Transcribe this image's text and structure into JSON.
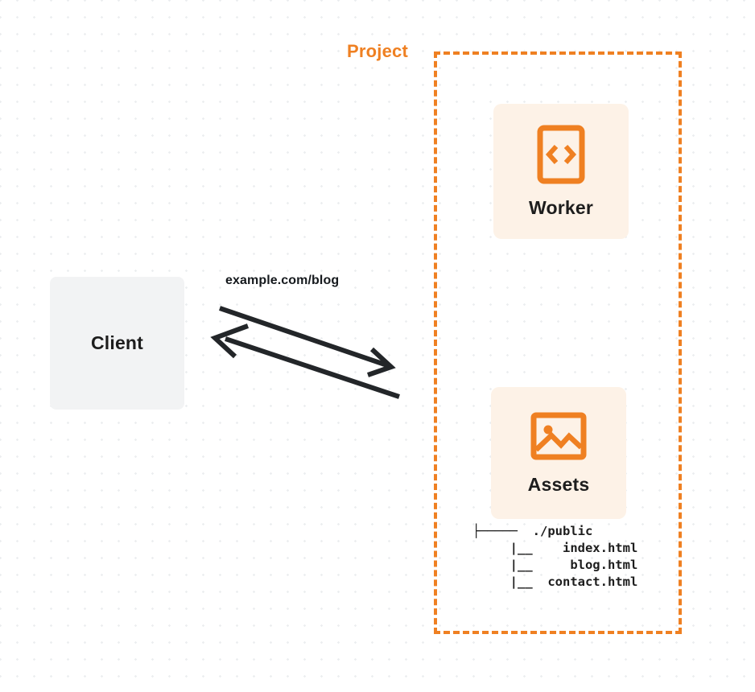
{
  "diagram": {
    "title": "Client to Worker and Assets request flow",
    "background": {
      "color": "#ffffff",
      "dot_color": "#eceef0"
    },
    "colors": {
      "accent_orange": "#ef8022",
      "card_background": "#fdf2e7",
      "client_background": "#f2f3f4",
      "text_dark": "#1d1d1d",
      "arrow": "#232629"
    }
  },
  "client": {
    "label": "Client",
    "icon": "client-box"
  },
  "connection": {
    "label": "example.com/blog",
    "request_arrow": "arrow-right",
    "response_arrow": "arrow-left"
  },
  "project": {
    "title": "Project",
    "border_style": "dashed",
    "nodes": [
      {
        "id": "worker",
        "label": "Worker",
        "icon": "code-brackets-icon"
      },
      {
        "id": "assets",
        "label": "Assets",
        "icon": "image-icon"
      }
    ]
  },
  "file_tree": {
    "lines": [
      "├─────  ./public",
      "     |__    index.html",
      "     |__     blog.html",
      "     |__  contact.html"
    ],
    "root": "./public",
    "files": [
      "index.html",
      "blog.html",
      "contact.html"
    ]
  }
}
